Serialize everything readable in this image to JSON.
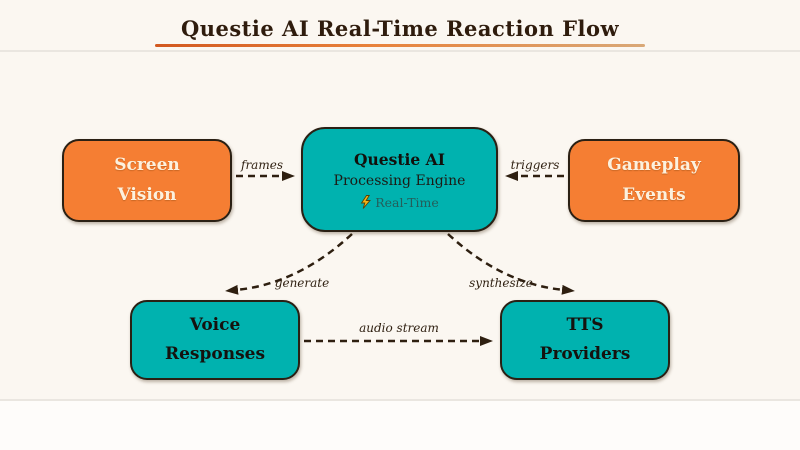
{
  "header": {
    "title": "Questie AI Real-Time Reaction Flow"
  },
  "nodes": {
    "screen_vision": {
      "label": "Screen\nVision"
    },
    "gameplay_events": {
      "label": "Gameplay\nEvents"
    },
    "voice_responses": {
      "label": "Voice\nResponses"
    },
    "tts_providers": {
      "label": "TTS\nProviders"
    },
    "questie_ai": {
      "title": "Questie AI",
      "subtitle": "Processing Engine",
      "badge_icon": "lightning-icon",
      "badge_label": "Real-Time"
    }
  },
  "edges": {
    "frames": {
      "label": "frames",
      "from": "screen_vision",
      "to": "questie_ai"
    },
    "triggers": {
      "label": "triggers",
      "from": "gameplay_events",
      "to": "questie_ai"
    },
    "generate": {
      "label": "generate",
      "from": "questie_ai",
      "to": "voice_responses"
    },
    "synthesize": {
      "label": "synthesize",
      "from": "questie_ai",
      "to": "tts_providers"
    },
    "audio_stream": {
      "label": "audio stream",
      "from": "voice_responses",
      "to": "tts_providers"
    }
  },
  "colors": {
    "background": "#FBF7F1",
    "orange_node": "#F57E33",
    "teal_node": "#00B2AF",
    "node_border": "#2A2014",
    "arrow": "#2E1F10",
    "title_text": "#2F1C0D",
    "title_underline": "#E0722C",
    "badge_text": "#235F5B",
    "lightning": "#F5B416",
    "orange_node_text": "#FCF1DE",
    "teal_node_text": "#15120E"
  }
}
